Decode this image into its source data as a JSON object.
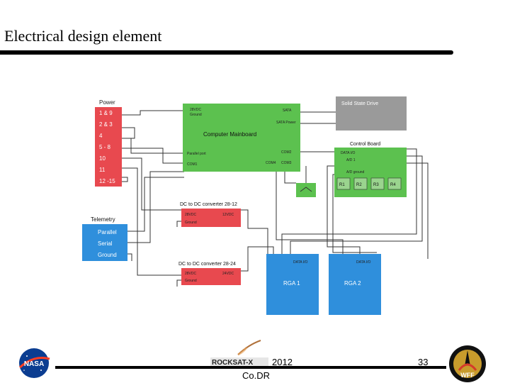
{
  "slide": {
    "title": "Electrical design element"
  },
  "footer": {
    "year": "2012",
    "subtitle": "Co.DR",
    "page_number": "33",
    "rocksat_text": "ROCKSAT-X"
  },
  "logos": {
    "left": "NASA",
    "right": "WFF"
  },
  "diagram": {
    "power": {
      "title": "Power",
      "rows": [
        "1 & 9",
        "2 & 3",
        "4",
        "5 - 8",
        "10",
        "11",
        "12 -15"
      ]
    },
    "mainboard": {
      "title": "Computer Mainboard",
      "pin_28v": "28VDC",
      "pin_ground": "Ground",
      "sata": "SATA",
      "sata_power": "SATA Power",
      "parallel_port": "Parallel port",
      "com1": "COM1",
      "com2": "COM2",
      "com4": "COM4",
      "com3": "COM3"
    },
    "ssd": {
      "title": "Solid State Drive"
    },
    "control_board": {
      "title": "Control Board",
      "data_io": "DATA I/O",
      "ad1": "A/D 1",
      "ad_ground": "A/D ground",
      "relays": [
        "R1",
        "R2",
        "R3",
        "R4"
      ]
    },
    "telemetry": {
      "title": "Telemetry",
      "rows": [
        "Parallel",
        "Serial",
        "Ground"
      ]
    },
    "converter1": {
      "title": "DC to DC converter 28-12",
      "in_v": "28VDC",
      "in_gnd": "Ground",
      "out_v": "12VDC"
    },
    "converter2": {
      "title": "DC to DC converter 28-24",
      "in_v": "28VDC",
      "in_gnd": "Ground",
      "out_v": "24VDC"
    },
    "rga1": {
      "title": "RGA 1",
      "data_io": "DATA I/O"
    },
    "rga2": {
      "title": "RGA 2",
      "data_io": "DATA I/O"
    },
    "colors": {
      "power": "#e8494f",
      "mainboard": "#5cc14f",
      "ssd": "#9a9a9a",
      "telemetry": "#2f8fdc",
      "converter": "#e8494f",
      "rga": "#2f8fdc",
      "wire": "#333333"
    }
  }
}
